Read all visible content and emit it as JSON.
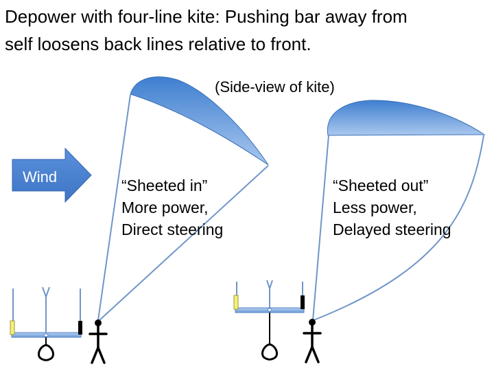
{
  "slide": {
    "title_line1": "Depower with four-line kite:  Pushing bar away from",
    "title_line2": "self loosens back lines relative to front.",
    "side_view_note": "(Side-view of kite)",
    "wind_label": "Wind",
    "sheeted_in": {
      "heading": "“Sheeted in”",
      "line1": "More power,",
      "line2": "Direct steering"
    },
    "sheeted_out": {
      "heading": "“Sheeted out”",
      "line1": "Less power,",
      "line2": "Delayed steering"
    }
  },
  "colors": {
    "kite_fill": "#4a86d4",
    "line_color": "#6f95c9",
    "wind_arrow": "#4f86d6",
    "bar_fill": "#8fb6e8",
    "yellow_marker": "#f4f07a",
    "black_marker": "#000000"
  }
}
